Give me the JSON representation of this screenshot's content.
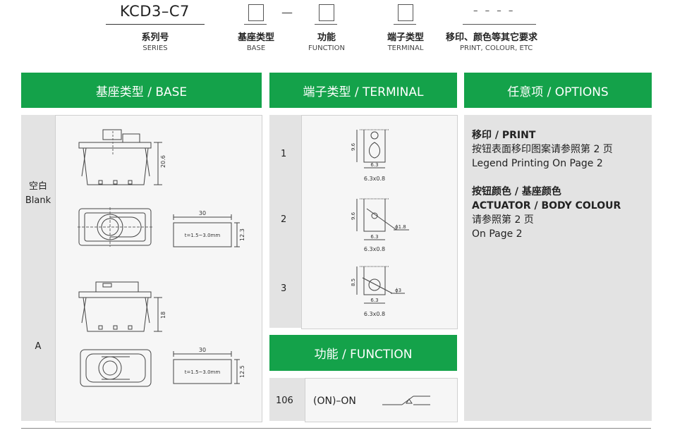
{
  "header": {
    "series_code": "KCD3–C7",
    "separator": "—",
    "dashes": "– – – –",
    "labels": [
      {
        "cn": "系列号",
        "en": "SERIES"
      },
      {
        "cn": "基座类型",
        "en": "BASE"
      },
      {
        "cn": "功能",
        "en": "FUNCTION"
      },
      {
        "cn": "端子类型",
        "en": "TERMINAL"
      },
      {
        "cn": "移印、颜色等其它要求",
        "en": "PRINT, COLOUR, ETC"
      }
    ]
  },
  "base": {
    "title": "基座类型 / BASE",
    "rows": [
      {
        "label_cn": "空白",
        "label_en": "Blank",
        "height": "20.6",
        "width": "30",
        "thickness": "t=1.5~3.0mm",
        "panel_h": "12.3"
      },
      {
        "label_cn": "A",
        "height": "18",
        "width": "30",
        "thickness": "t=1.5~3.0mm",
        "panel_h": "12.5"
      }
    ]
  },
  "terminal": {
    "title": "端子类型 / TERMINAL",
    "rows": [
      {
        "num": "1",
        "h": "9.6",
        "w": "6.3",
        "size": "6.3x0.8",
        "hole": ""
      },
      {
        "num": "2",
        "h": "9.6",
        "w": "6.3",
        "size": "6.3x0.8",
        "hole": "ϕ1.8"
      },
      {
        "num": "3",
        "h": "8.5",
        "w": "6.3",
        "size": "6.3x0.8",
        "hole": "ϕ3"
      }
    ]
  },
  "function": {
    "title": "功能 / FUNCTION",
    "rows": [
      {
        "code": "106",
        "desc": "(ON)–ON"
      }
    ]
  },
  "options": {
    "title": "任意项 / OPTIONS",
    "print_title": "移印 / PRINT",
    "print_cn": "按钮表面移印图案请参照第 2 页",
    "print_en": "Legend Printing On Page 2",
    "colour_cn_title": "按钮颜色 / 基座颜色",
    "colour_en_title": "ACTUATOR / BODY COLOUR",
    "colour_cn": "请参照第 2 页",
    "colour_en": "On Page 2"
  }
}
